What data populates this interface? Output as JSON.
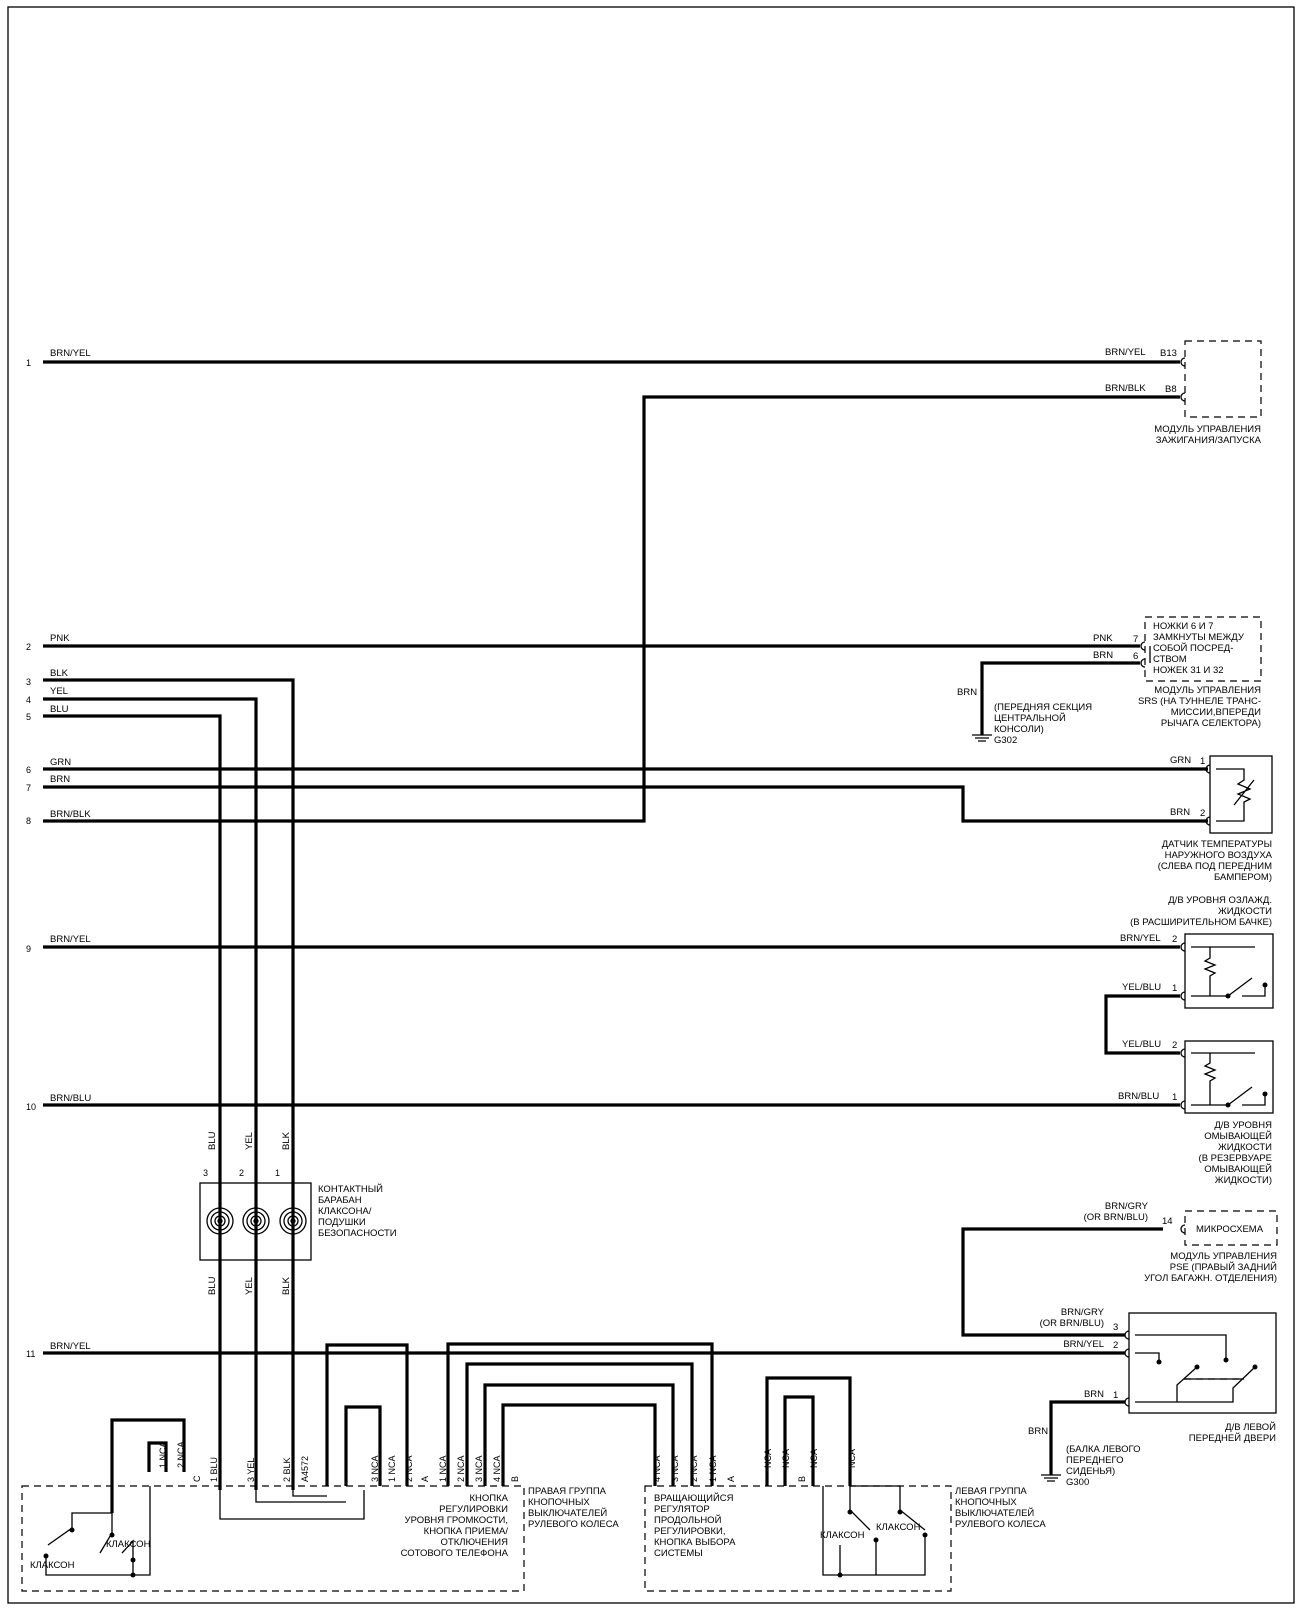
{
  "left_pins": [
    "1",
    "2",
    "3",
    "4",
    "5",
    "6",
    "7",
    "8",
    "9",
    "10",
    "11"
  ],
  "wire_labels_left": {
    "w1": "BRN/YEL",
    "w2": "PNK",
    "w3": "BLK",
    "w4": "YEL",
    "w5": "BLU",
    "w6": "GRN",
    "w7": "BRN",
    "w8": "BRN/BLK",
    "w9": "BRN/YEL",
    "w10": "BRN/BLU",
    "w11": "BRN/YEL"
  },
  "ignition_module": {
    "wire_a": "BRN/YEL",
    "pin_a": "B13",
    "wire_b": "BRN/BLK",
    "pin_b": "B8",
    "name_lines": [
      "МОДУЛЬ УПРАВЛЕНИЯ",
      "ЗАЖИГАНИЯ/ЗАПУСКА"
    ]
  },
  "srs_module": {
    "wire_a": "PNK",
    "pin_a": "7",
    "wire_b": "BRN",
    "pin_b": "6",
    "note_lines": [
      "НОЖКИ 6 И 7",
      "ЗАМКНУТЫ МЕЖДУ",
      "СОБОЙ ПОСРЕД-",
      "СТВОМ",
      "НОЖЕК 31 И 32"
    ],
    "name_lines": [
      "МОДУЛЬ УПРАВЛЕНИЯ",
      "SRS (НА ТУННЕЛЕ ТРАНС-",
      "МИССИИ,ВПЕРЕДИ",
      "РЫЧАГА СЕЛЕКТОРА)"
    ]
  },
  "ground_g302": {
    "wire": "BRN",
    "desc_lines": [
      "(ПЕРЕДНЯЯ СЕКЦИЯ",
      "ЦЕНТРАЛЬНОЙ",
      "КОНСОЛИ)"
    ],
    "id": "G302"
  },
  "temp_sensor": {
    "wire_a": "GRN",
    "pin_a": "1",
    "wire_b": "BRN",
    "pin_b": "2",
    "name_lines": [
      "ДАТЧИК ТЕМПЕРАТУРЫ",
      "НАРУЖНОГО ВОЗДУХА",
      "(СЛЕВА ПОД ПЕРЕДНИМ",
      "БАМПЕРОМ)"
    ]
  },
  "coolant_sensor": {
    "title_lines": [
      "Д/В УРОВНЯ ОЗЛАЖД.",
      "ЖИДКОСТИ",
      "(В РАСШИРИТЕЛЬНОМ БАЧКЕ)"
    ],
    "wire_a": "BRN/YEL",
    "pin_a": "2",
    "wire_b": "YEL/BLU",
    "pin_b": "1"
  },
  "washer_sensor": {
    "wire_a": "YEL/BLU",
    "pin_a": "2",
    "wire_b": "BRN/BLU",
    "pin_b": "1",
    "name_lines": [
      "Д/В УРОВНЯ",
      "ОМЫВАЮЩЕЙ",
      "ЖИДКОСТИ",
      "(В РЕЗЕРВУАРЕ",
      "ОМЫВАЮЩЕЙ",
      "ЖИДКОСТИ)"
    ]
  },
  "pse_module": {
    "wire_lines": [
      "BRN/GRY",
      "(OR BRN/BLU)"
    ],
    "pin": "14",
    "box_label": "МИКРОСХЕМА",
    "name_lines": [
      "МОДУЛЬ УПРАВЛЕНИЯ",
      "PSE (ПРАВЫЙ ЗАДНИЙ",
      "УГОЛ БАГАЖН. ОТДЕЛЕНИЯ)"
    ]
  },
  "door_switch": {
    "wire_a_lines": [
      "BRN/GRY",
      "(OR BRN/BLU)"
    ],
    "pin_a": "3",
    "wire_b": "BRN/YEL",
    "pin_b": "2",
    "wire_c": "BRN",
    "pin_c": "1",
    "name_lines": [
      "Д/В ЛЕВОЙ",
      "ПЕРЕДНЕЙ ДВЕРИ"
    ]
  },
  "ground_g300": {
    "wire": "BRN",
    "desc_lines": [
      "(БАЛКА ЛЕВОГО",
      "ПЕРЕДНЕГО",
      "СИДЕНЬЯ)"
    ],
    "id": "G300"
  },
  "clockspring": {
    "pins": [
      "3",
      "2",
      "1"
    ],
    "wires": [
      "BLU",
      "YEL",
      "BLK"
    ],
    "name_lines": [
      "КОНТАКТНЫЙ",
      "БАРАБАН",
      "КЛАКСОНА/",
      "ПОДУШКИ",
      "БЕЗОПАСНОСТИ"
    ]
  },
  "right_group": {
    "pins": [
      "1 NCA",
      "2 NCA",
      "C",
      "1 BLU",
      "3 YEL",
      "2 BLK",
      "A4572",
      "3 NCA",
      "1 NCA",
      "2 NCA",
      "A",
      "1 NCA",
      "2 NCA",
      "3 NCA",
      "4 NCA",
      "B"
    ],
    "horn_label": "КЛАКСОН",
    "horn_label_b": "КЛАКСОН",
    "volume_lines": [
      "КНОПКА",
      "РЕГУЛИРОВКИ",
      "УРОВНЯ ГРОМКОСТИ,",
      "КНОПКА ПРИЕМА/",
      "ОТКЛЮЧЕНИЯ",
      "СОТОВОГО ТЕЛЕФОНА"
    ],
    "name_lines": [
      "ПРАВАЯ ГРУППА",
      "КНОПОЧНЫХ",
      "ВЫКЛЮЧАТЕЛЕЙ",
      "РУЛЕВОГО КОЛЕСА"
    ]
  },
  "rotary": {
    "pins": [
      "4 NCA",
      "3 NCA",
      "2 NCA",
      "1 NCA",
      "A"
    ],
    "name_lines": [
      "ВРАЩАЮЩИЙСЯ",
      "РЕГУЛЯТОР",
      "ПРОДОЛЬНОЙ",
      "РЕГУЛИРОВКИ,",
      "КНОПКА ВЫБОРА",
      "СИСТЕМЫ"
    ]
  },
  "left_group": {
    "pins": [
      "NCA",
      "NCA",
      "B",
      "NCA",
      "NCA"
    ],
    "horn_label": "КЛАКСОН",
    "horn_label_b": "КЛАКСОН",
    "name_lines": [
      "ЛЕВАЯ ГРУППА",
      "КНОПОЧНЫХ",
      "ВЫКЛЮЧАТЕЛЕЙ",
      "РУЛЕВОГО КОЛЕСА"
    ]
  }
}
